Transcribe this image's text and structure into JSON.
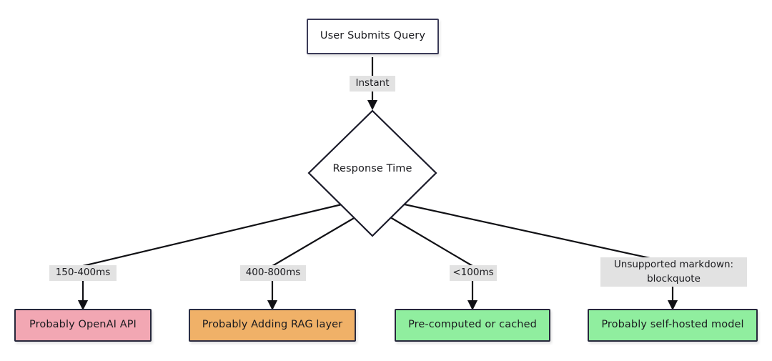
{
  "diagram": {
    "type": "flowchart",
    "direction": "top-down",
    "background": "#ffffff",
    "title": "",
    "nodes": [
      {
        "id": "start",
        "label": "User Submits Query",
        "shape": "rectangle",
        "fill": "#ffffff",
        "stroke": "#3b3b58"
      },
      {
        "id": "decide",
        "label": "Response Time",
        "shape": "diamond",
        "fill": "#ffffff",
        "stroke": "#1b1b2a"
      },
      {
        "id": "openai",
        "label": "Probably OpenAI API",
        "shape": "rectangle",
        "fill": "#f2a7b3",
        "stroke": "#27283c"
      },
      {
        "id": "rag",
        "label": "Probably Adding RAG layer",
        "shape": "rectangle",
        "fill": "#f0b168",
        "stroke": "#2b2d42"
      },
      {
        "id": "cached",
        "label": "Pre-computed or cached",
        "shape": "rectangle",
        "fill": "#90ee9f",
        "stroke": "#27283c"
      },
      {
        "id": "selfhost",
        "label": "Probably self-hosted model",
        "shape": "rectangle",
        "fill": "#90ee9f",
        "stroke": "#27283c"
      }
    ],
    "edges": [
      {
        "from": "start",
        "to": "decide",
        "label": "Instant"
      },
      {
        "from": "decide",
        "to": "openai",
        "label": "150-400ms"
      },
      {
        "from": "decide",
        "to": "rag",
        "label": "400-800ms"
      },
      {
        "from": "decide",
        "to": "cached",
        "label": "<100ms"
      },
      {
        "from": "decide",
        "to": "selfhost",
        "label": "Unsupported markdown:\nblockquote"
      }
    ]
  }
}
